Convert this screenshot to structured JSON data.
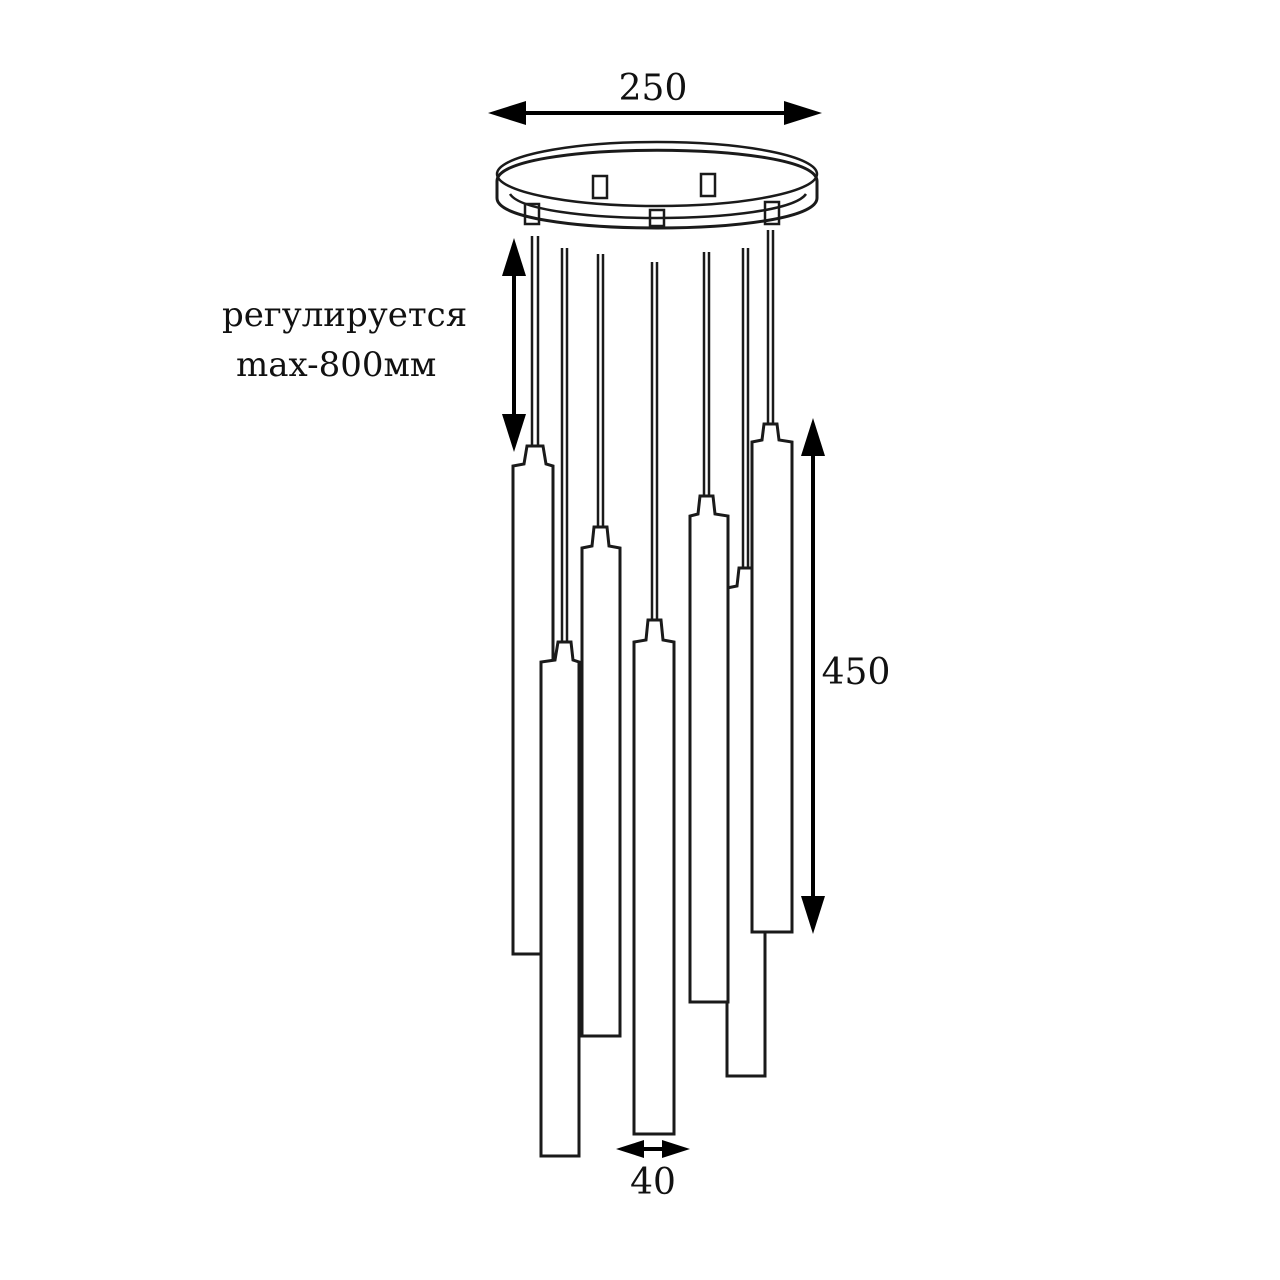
{
  "dimensions": {
    "width_label": "250",
    "height_label": "450",
    "diameter_label": "40"
  },
  "adjustable": {
    "line1": "регулируется",
    "line2": "max-800мм"
  },
  "colors": {
    "line": "#1a1a1a",
    "background": "#ffffff"
  }
}
